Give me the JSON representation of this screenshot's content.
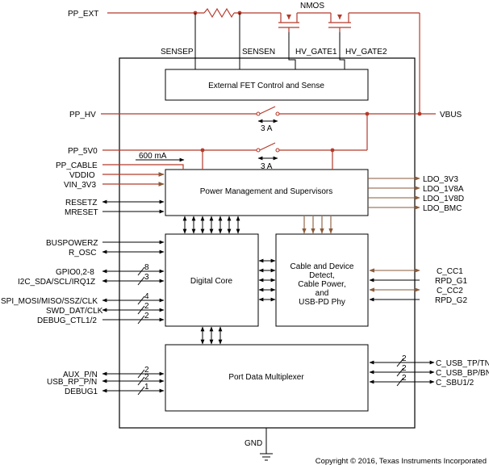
{
  "colors": {
    "power_line": "#b53a2b",
    "signal_line": "#000000",
    "ldo_line": "#8a5a3a",
    "background": "#ffffff"
  },
  "top": {
    "pp_ext": "PP_EXT",
    "nmos": "NMOS",
    "sensep": "SENSEP",
    "sensen": "SENSEN",
    "hv_gate1": "HV_GATE1",
    "hv_gate2": "HV_GATE2"
  },
  "blocks": {
    "fet": "External FET Control and Sense",
    "pm": "Power Management and Supervisors",
    "digital": "Digital Core",
    "cable": [
      "Cable and Device",
      "Detect,",
      "Cable Power,",
      "and",
      "USB-PD Phy"
    ],
    "mux": "Port Data Multiplexer"
  },
  "power": {
    "pp_hv": "PP_HV",
    "vbus": "VBUS",
    "pp_5v0": "PP_5V0",
    "switch1_current": "3 A",
    "switch2_current": "3 A",
    "pp_cable": "PP_CABLE",
    "pp_cable_current": "600 mA",
    "vddio": "VDDIO",
    "vin_3v3": "VIN_3V3"
  },
  "left_pins": {
    "resetz": "RESETZ",
    "mreset": "MRESET",
    "buspowerz": "BUSPOWERZ",
    "r_osc": "R_OSC",
    "gpio": "GPIO0,2-8",
    "gpio_width": "8",
    "i2c": "I2C_SDA/SCL/IRQ1Z",
    "i2c_width": "3",
    "spi": "SPI_MOSI/MISO/SSZ/CLK",
    "spi_width": "4",
    "swd": "SWD_DAT/CLK",
    "swd_width": "2",
    "debug_ctl": "DEBUG_CTL1/2",
    "debug_ctl_width": "2",
    "aux": "AUX_P/N",
    "aux_width": "2",
    "usb_rp": "USB_RP_P/N",
    "usb_rp_width": "2",
    "debug1": "DEBUG1",
    "debug1_width": "1"
  },
  "right_pins": {
    "ldo_3v3": "LDO_3V3",
    "ldo_1v8a": "LDO_1V8A",
    "ldo_1v8d": "LDO_1V8D",
    "ldo_bmc": "LDO_BMC",
    "c_cc1": "C_CC1",
    "rpd_g1": "RPD_G1",
    "c_cc2": "C_CC2",
    "rpd_g2": "RPD_G2",
    "c_usb_tp": "C_USB_TP/TN",
    "c_usb_tp_width": "2",
    "c_usb_bp": "C_USB_BP/BN",
    "c_usb_bp_width": "2",
    "c_sbu": "C_SBU1/2",
    "c_sbu_width": "2"
  },
  "gnd": "GND",
  "copyright": "Copyright © 2016, Texas Instruments Incorporated"
}
